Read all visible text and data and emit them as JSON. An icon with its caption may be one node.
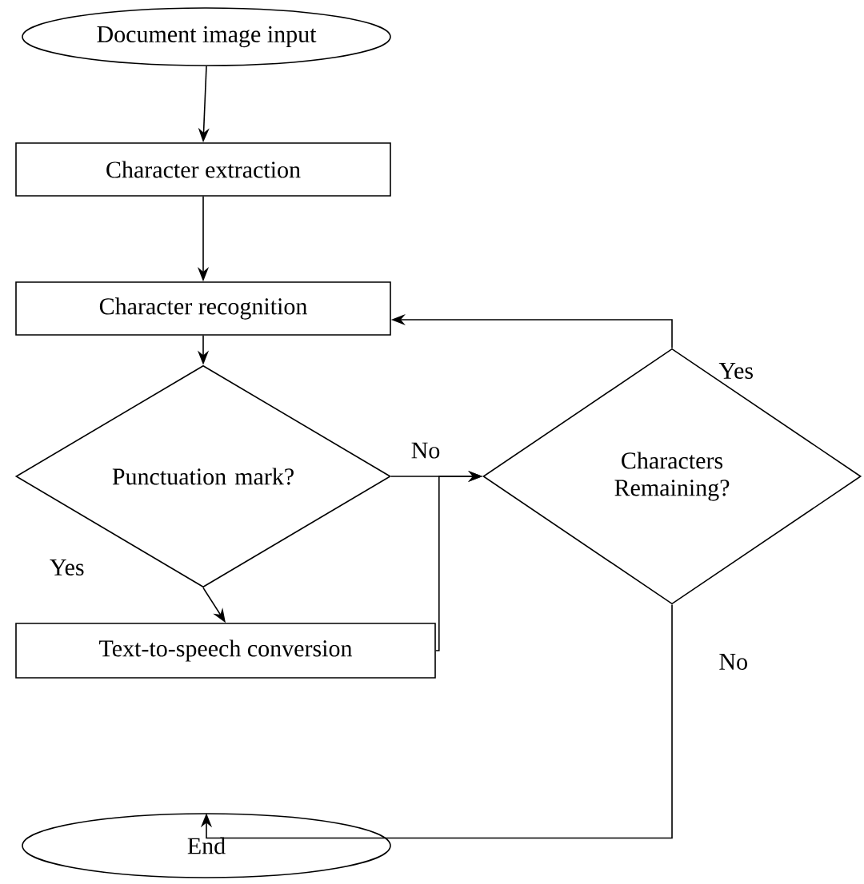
{
  "diagram": {
    "nodes": [
      {
        "text": [
          "Document image input"
        ]
      },
      {
        "text": [
          "Character extraction"
        ]
      },
      {
        "text": [
          "Character recognition"
        ]
      },
      {
        "text": [
          "Punctuation mark?"
        ]
      },
      {
        "text": [
          "Text-to-speech conversion"
        ]
      },
      {
        "text": [
          "Characters Remaining?"
        ]
      },
      {
        "text": [
          "End"
        ]
      }
    ],
    "edges": [
      {
        "from": 0,
        "to": 1,
        "arrow": "to"
      },
      {
        "from": 1,
        "to": 2,
        "arrow": "to"
      },
      {
        "from": 2,
        "to": 3,
        "arrow": "to"
      },
      {
        "from": 3,
        "to": 4,
        "arrow": "to",
        "label": "Yes"
      },
      {
        "from": 3,
        "to": 5,
        "arrow": "to",
        "label": "No"
      },
      {
        "from": 4,
        "to": 5,
        "arrow": "to"
      },
      {
        "from": 5,
        "to": 2,
        "arrow": "to",
        "label": "Yes"
      },
      {
        "from": 5,
        "to": 6,
        "arrow": "to",
        "label": "No"
      }
    ]
  }
}
